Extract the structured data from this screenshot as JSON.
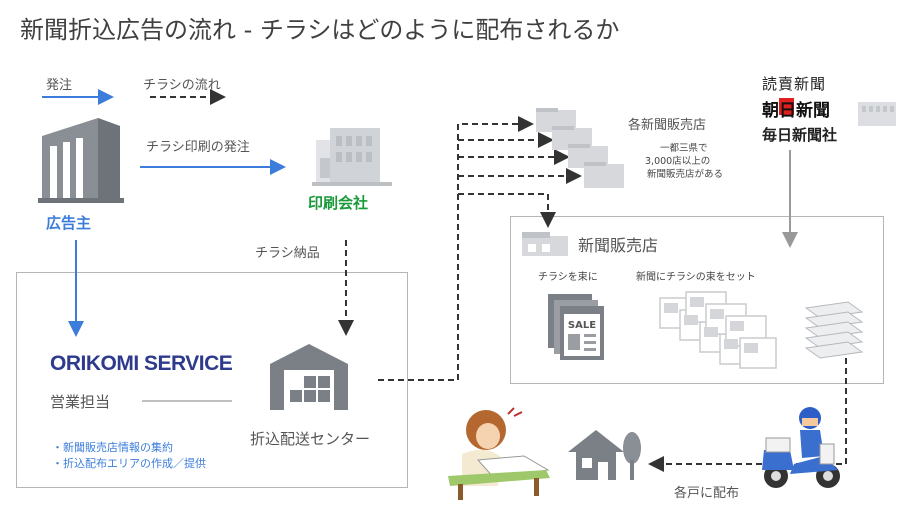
{
  "title": "新聞折込広告の流れ - チラシはどのように配布されるか",
  "legend": {
    "order": "発注",
    "flyer_flow": "チラシの流れ"
  },
  "advertiser": "広告主",
  "printing_order": "チラシ印刷の発注",
  "printing_company": "印刷会社",
  "flyer_delivery": "チラシ納品",
  "orikomi": {
    "logo": "ORIKOMI SERVICE",
    "sales": "営業担当",
    "bullet1": "・新聞販売店情報の集約",
    "bullet2": "・折込配布エリアの作成／提供"
  },
  "center": "折込配送センター",
  "stores": {
    "label": "各新聞販売店",
    "note1": "一都三県で",
    "note2": "3,000店以上の",
    "note3": "新聞販売店がある"
  },
  "newspapers": {
    "yomiuri": "読賣新聞",
    "asahi": "朝日新聞",
    "mainichi": "毎日新聞社"
  },
  "shop": {
    "title": "新聞販売店",
    "bundle": "チラシを束に",
    "set": "新聞にチラシの束をセット",
    "sale": "SALE"
  },
  "door": "各戸に配布",
  "colors": {
    "blue": "#3c7ddc",
    "green": "#1a9a3a",
    "gray": "#8a8f95"
  }
}
